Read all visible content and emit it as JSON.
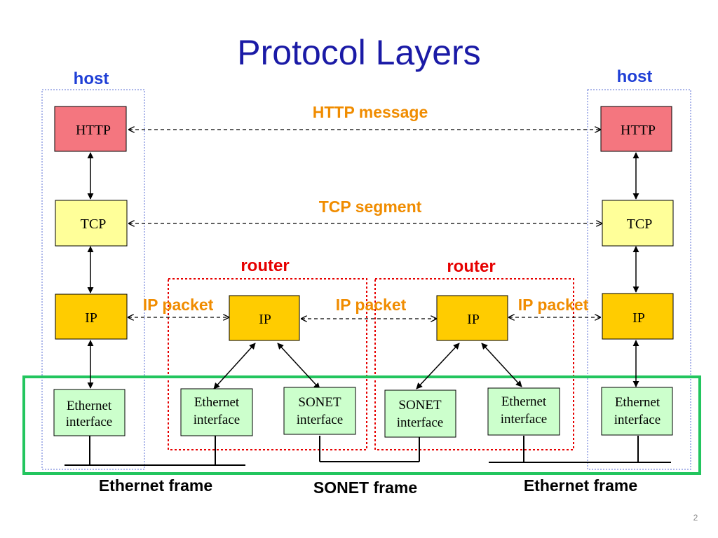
{
  "title": "Protocol Layers",
  "page_number": "2",
  "labels": {
    "host_left": "host",
    "host_right": "host",
    "router_left": "router",
    "router_right": "router",
    "http_message": "HTTP message",
    "tcp_segment": "TCP segment",
    "ip_packet_1": "IP packet",
    "ip_packet_2": "IP packet",
    "ip_packet_3": "IP packet",
    "frame_left": "Ethernet frame",
    "frame_middle": "SONET frame",
    "frame_right": "Ethernet frame"
  },
  "boxes": {
    "h1_http": "HTTP",
    "h1_tcp": "TCP",
    "h1_ip": "IP",
    "h1_eth": [
      "Ethernet",
      "interface"
    ],
    "r1_ip": "IP",
    "r1_eth": [
      "Ethernet",
      "interface"
    ],
    "r1_sonet": [
      "SONET",
      "interface"
    ],
    "r2_ip": "IP",
    "r2_sonet": [
      "SONET",
      "interface"
    ],
    "r2_eth": [
      "Ethernet",
      "interface"
    ],
    "h2_http": "HTTP",
    "h2_tcp": "TCP",
    "h2_ip": "IP",
    "h2_eth": [
      "Ethernet",
      "interface"
    ]
  },
  "colors": {
    "title": "#1a1aa6",
    "host_label": "#1f3fd6",
    "router_label": "#e60000",
    "message_label": "#f08c00",
    "http_fill": "#f4767f",
    "tcp_fill": "#ffff99",
    "ip_fill": "#ffcc00",
    "iface_fill": "#ccffcc",
    "green_frame": "#22c55e",
    "router_dash": "#e60000",
    "host_dot": "#5b6fd6"
  }
}
